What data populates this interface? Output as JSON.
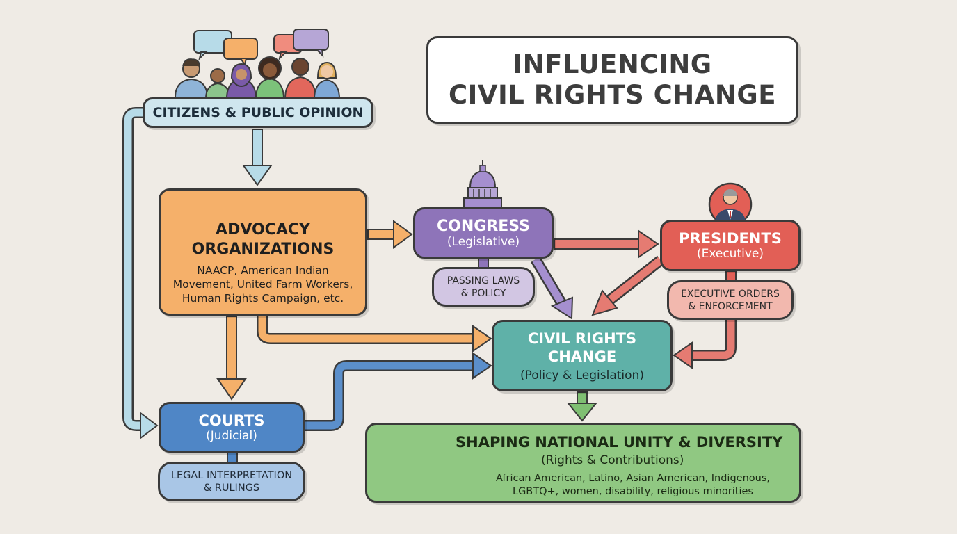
{
  "title": {
    "line1": "INFLUENCING",
    "line2": "CIVIL RIGHTS CHANGE"
  },
  "nodes": {
    "citizens": {
      "label": "CITIZENS & PUBLIC OPINION"
    },
    "advocacy": {
      "line1": "ADVOCACY",
      "line2": "ORGANIZATIONS",
      "detail1": "NAACP, American Indian",
      "detail2": "Movement, United Farm Workers,",
      "detail3": "Human Rights Campaign, etc."
    },
    "congress": {
      "label": "CONGRESS",
      "sub": "(Legislative)"
    },
    "passing": {
      "line1": "PASSING LAWS",
      "line2": "& POLICY"
    },
    "presidents": {
      "label": "PRESIDENTS",
      "sub": "(Executive)"
    },
    "exec_orders": {
      "line1": "EXECUTIVE ORDERS",
      "line2": "& ENFORCEMENT"
    },
    "civil": {
      "line1": "CIVIL RIGHTS",
      "line2": "CHANGE",
      "sub": "(Policy & Legislation)"
    },
    "courts": {
      "label": "COURTS",
      "sub": "(Judicial)"
    },
    "legal": {
      "line1": "LEGAL INTERPRETATION",
      "line2": "& RULINGS"
    },
    "unity": {
      "title": "SHAPING NATIONAL UNITY & DIVERSITY",
      "sub": "(Rights & Contributions)",
      "list1": "African American, Latino, Asian American, Indigenous,",
      "list2": "LGBTQ+, women, disability, religious minorities"
    }
  },
  "icons": {
    "people_group": "people-group-icon",
    "speech_bubbles": "speech-bubble-icon",
    "megaphone": "megaphone-icon",
    "naacp_seal": "naacp-seal-icon",
    "aim_logo": "aim-logo-icon",
    "ufw_eagle": "ufw-eagle-icon",
    "hrc_logo": "hrc-equal-icon",
    "capitol": "capitol-dome-icon",
    "president": "president-portrait-icon",
    "hands": "joined-hands-icon",
    "scales": "scales-of-justice-icon"
  },
  "colors": {
    "citizens": "#cfe6ee",
    "advocacy": "#f5b06a",
    "congress": "#8e74b9",
    "presidents": "#e25f56",
    "civil": "#5fb1a8",
    "courts": "#4f86c6",
    "unity": "#90c882",
    "arrow_blue_light": "#b7dbe8",
    "arrow_orange": "#f5b06a",
    "arrow_purple": "#a58fcf",
    "arrow_red": "#e57b72",
    "arrow_blue": "#5b8fcb",
    "arrow_green": "#7fbf72"
  }
}
